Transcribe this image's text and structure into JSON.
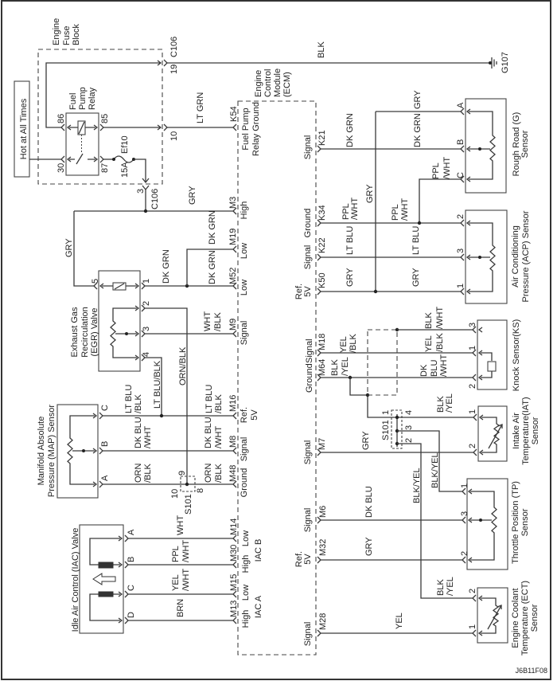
{
  "figure_code": "J6B11F08",
  "power_source": {
    "label": "Hot at All Times"
  },
  "engine_fuse_block": {
    "name": [
      "Engine",
      "Fuse",
      "Block"
    ]
  },
  "fuel_pump_relay": {
    "name": [
      "Fuel",
      "Pump",
      "Relay"
    ],
    "pin_86": "86",
    "pin_85": "85",
    "pin_30": "30",
    "pin_87": "87"
  },
  "fuse": {
    "id": "Ef10",
    "rating": "15A"
  },
  "connector_c106": {
    "name": "C106",
    "pin_19": "19",
    "pin_10": "10",
    "pin_3": "3"
  },
  "ground": {
    "id": "G107"
  },
  "splice_s101": {
    "name": "S101",
    "pin_10": "10",
    "pin_9": "9",
    "pin_8": "8",
    "pin_1": "1",
    "pin_4": "4",
    "pin_3": "3",
    "pin_2": "2"
  },
  "ecm": {
    "name": [
      "Engine",
      "Control",
      "Module",
      "(ECM)"
    ],
    "pins": {
      "K54": {
        "id": "K54",
        "function": [
          "Fuel Pump",
          "Relay Ground"
        ]
      },
      "M3": {
        "id": "M3",
        "function": "High"
      },
      "M19": {
        "id": "M19",
        "function": "Low"
      },
      "M52": {
        "id": "M52",
        "function": "Low"
      },
      "M9": {
        "id": "M9",
        "function": "Signal"
      },
      "M16": {
        "id": "M16",
        "function": [
          "Ref.",
          "5V"
        ]
      },
      "M8": {
        "id": "M8",
        "function": "Signal"
      },
      "M48": {
        "id": "M48",
        "function": "Ground"
      },
      "M14": {
        "id": "M14",
        "function": "Low"
      },
      "M30": {
        "id": "M30",
        "function": "High"
      },
      "M15": {
        "id": "M15",
        "function": "Low"
      },
      "M13": {
        "id": "M13",
        "function": "High"
      },
      "K21": {
        "id": "K21",
        "function": "Signal"
      },
      "K34": {
        "id": "K34",
        "function": "Ground"
      },
      "K22": {
        "id": "K22",
        "function": "Signal"
      },
      "K50": {
        "id": "K50",
        "function": [
          "Ref.",
          "5V"
        ]
      },
      "M18": {
        "id": "M18",
        "function": "Signal"
      },
      "M64": {
        "id": "M64",
        "function": "Ground"
      },
      "M7": {
        "id": "M7",
        "function": "Signal"
      },
      "M6": {
        "id": "M6",
        "function": "Signal"
      },
      "M32": {
        "id": "M32",
        "function": [
          "Ref.",
          "5V"
        ]
      },
      "M28": {
        "id": "M28",
        "function": "Signal"
      }
    },
    "groups": {
      "iac_b": "IAC B",
      "iac_a": "IAC A"
    }
  },
  "components": {
    "egr_valve": {
      "name": [
        "Exhaust Gas",
        "Recirculation",
        "(EGR) Valve"
      ],
      "pins": {
        "p5": "5",
        "p1": "1",
        "p2": "2",
        "p3": "3",
        "p4": "4"
      }
    },
    "map_sensor": {
      "name": [
        "Manifold Absolute",
        "Pressure (MAP) Sensor"
      ],
      "pins": {
        "C": "C",
        "B": "B",
        "A": "A"
      }
    },
    "iac_valve": {
      "name": "Idle Air Control (IAC) Valve",
      "pins": {
        "A": "A",
        "B": "B",
        "C": "C",
        "D": "D"
      }
    },
    "rough_road_sensor": {
      "name": [
        "Rough Road (G)",
        "Sensor"
      ],
      "pins": {
        "A": "A",
        "B": "B",
        "C": "C"
      }
    },
    "acp_sensor": {
      "name": [
        "Air Conditioning",
        "Pressure (ACP) Sensor"
      ],
      "pins": {
        "p2": "2",
        "p3": "3",
        "p1": "1"
      }
    },
    "knock_sensor": {
      "name": "Knock Sensor(KS)",
      "pins": {
        "p3": "3",
        "p1": "1",
        "p2": "2"
      }
    },
    "iat_sensor": {
      "name": [
        "Intake Air",
        "Temperature(IAT)",
        "Sensor"
      ],
      "pins": {
        "p1": "1",
        "p2": "2"
      }
    },
    "tp_sensor": {
      "name": [
        "Throttle Position (TP)",
        "Sensor"
      ],
      "pins": {
        "p1": "1",
        "p3": "3",
        "p2": "2"
      }
    },
    "ect_sensor": {
      "name": [
        "Engine Coolant",
        "Temperature (ECT)",
        "Sensor"
      ],
      "pins": {
        "p2": "2",
        "p1": "1"
      }
    }
  },
  "wires": {
    "relay_ground": "BLK",
    "relay_control": "LT GRN",
    "egr_high_main": "GRY",
    "egr_high_branch": "GRY",
    "egr_low_at_valve": "DK GRN",
    "egr_low_m19": "DK GRN",
    "egr_low_m52": "DK GRN",
    "egr_signal": [
      "WHT",
      "/BLK"
    ],
    "egr_ground": "ORN/BLK",
    "egr_reference": "LT BLU/BLK",
    "map_ref_sensor_side": [
      "LT BLU",
      "/BLK"
    ],
    "map_signal_sensor_side": [
      "DK BLU",
      "/WHT"
    ],
    "map_ground_sensor_side": [
      "ORN",
      "/BLK"
    ],
    "map_ref_ecm_side": [
      "LT BLU",
      "/BLK"
    ],
    "map_signal_ecm_side": [
      "DK BLU",
      "/WHT"
    ],
    "map_ground_ecm_side": [
      "ORN",
      "/BLK"
    ],
    "iac_a": "WHT",
    "iac_b": [
      "PPL",
      "/WHT"
    ],
    "iac_c": [
      "YEL",
      "/WHT"
    ],
    "iac_d": "BRN",
    "rough_road_signal_ecm_side": "DK GRN",
    "rough_road_signal_sensor_side": "DK GRN",
    "rough_road_ref_sensor_side": "GRY",
    "ref_5v_bus": "GRY",
    "rough_road_ground": [
      "PPL",
      "/WHT"
    ],
    "acp_ground_ecm_side": [
      "PPL",
      "/WHT"
    ],
    "acp_ground_sensor_side": [
      "PPL",
      "/WHT"
    ],
    "acp_signal_ecm_side": "LT BLU",
    "acp_signal_sensor_side": "LT BLU",
    "acp_ref_ecm_side": "GRY",
    "acp_ref_sensor_side": "GRY",
    "ks_signal_ecm_side": [
      "YEL",
      "/BLK"
    ],
    "ks_signal_sensor_side": [
      "YEL",
      "/BLK"
    ],
    "ks_ground_ecm_side": [
      "BLK",
      "/YEL"
    ],
    "ks_ground_sensor_side": [
      "DK",
      "BLU",
      "/WHT"
    ],
    "ks_shield": [
      "BLK",
      "/WHT"
    ],
    "iat_ground": [
      "BLK",
      "/YEL"
    ],
    "iat_signal": "GRY",
    "tp_ground": "BLK/YEL",
    "ect_ground_trunk": "BLK/YEL",
    "tp_signal": "DK BLU",
    "tp_ref": "GRY",
    "ect_ground": [
      "BLK",
      "/YEL"
    ],
    "ect_signal": "YEL"
  }
}
